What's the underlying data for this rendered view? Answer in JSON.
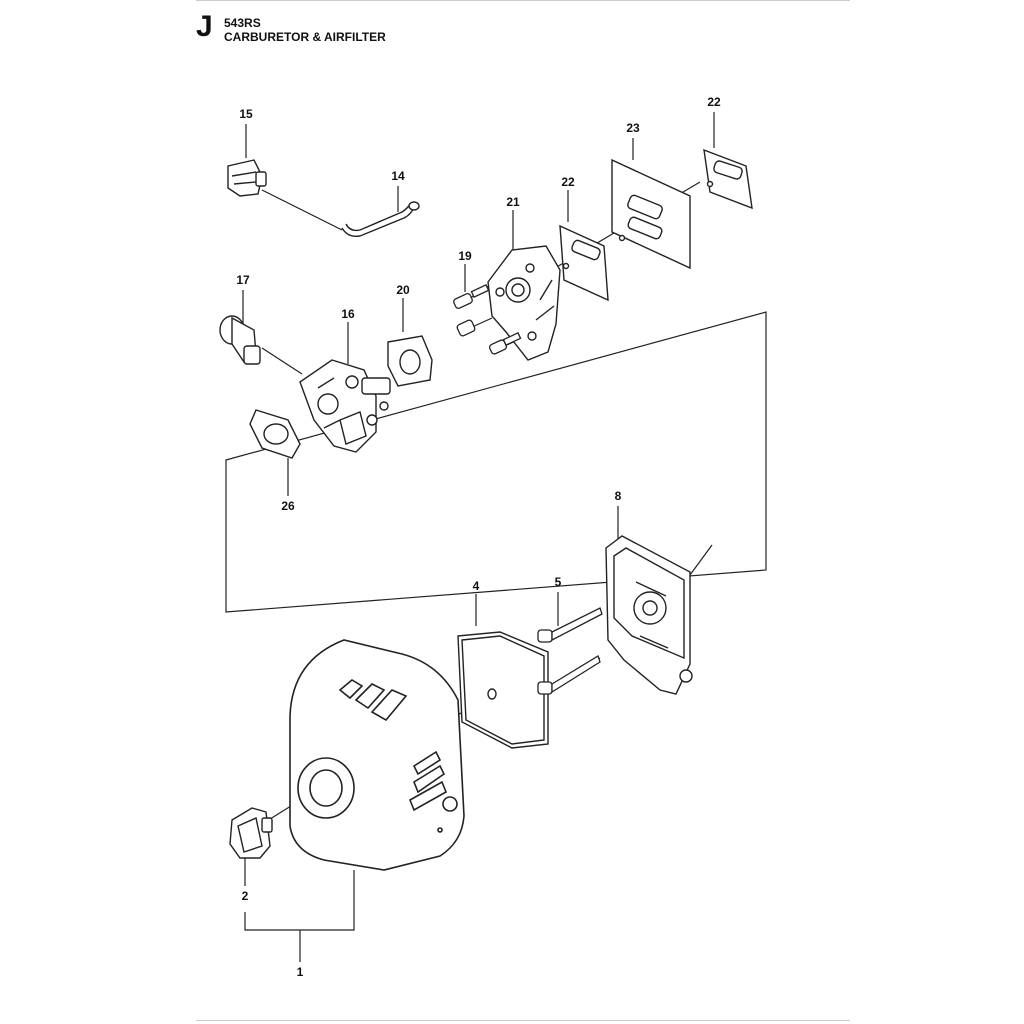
{
  "header": {
    "section_letter": "J",
    "model": "543RS",
    "title": "CARBURETOR & AIRFILTER"
  },
  "callouts": [
    {
      "id": "c15",
      "text": "15"
    },
    {
      "id": "c14",
      "text": "14"
    },
    {
      "id": "c23",
      "text": "23"
    },
    {
      "id": "c22a",
      "text": "22"
    },
    {
      "id": "c22b",
      "text": "22"
    },
    {
      "id": "c21",
      "text": "21"
    },
    {
      "id": "c19",
      "text": "19"
    },
    {
      "id": "c17",
      "text": "17"
    },
    {
      "id": "c20",
      "text": "20"
    },
    {
      "id": "c16",
      "text": "16"
    },
    {
      "id": "c26",
      "text": "26"
    },
    {
      "id": "c8",
      "text": "8"
    },
    {
      "id": "c4",
      "text": "4"
    },
    {
      "id": "c5",
      "text": "5"
    },
    {
      "id": "c2",
      "text": "2"
    },
    {
      "id": "c1",
      "text": "1"
    }
  ]
}
